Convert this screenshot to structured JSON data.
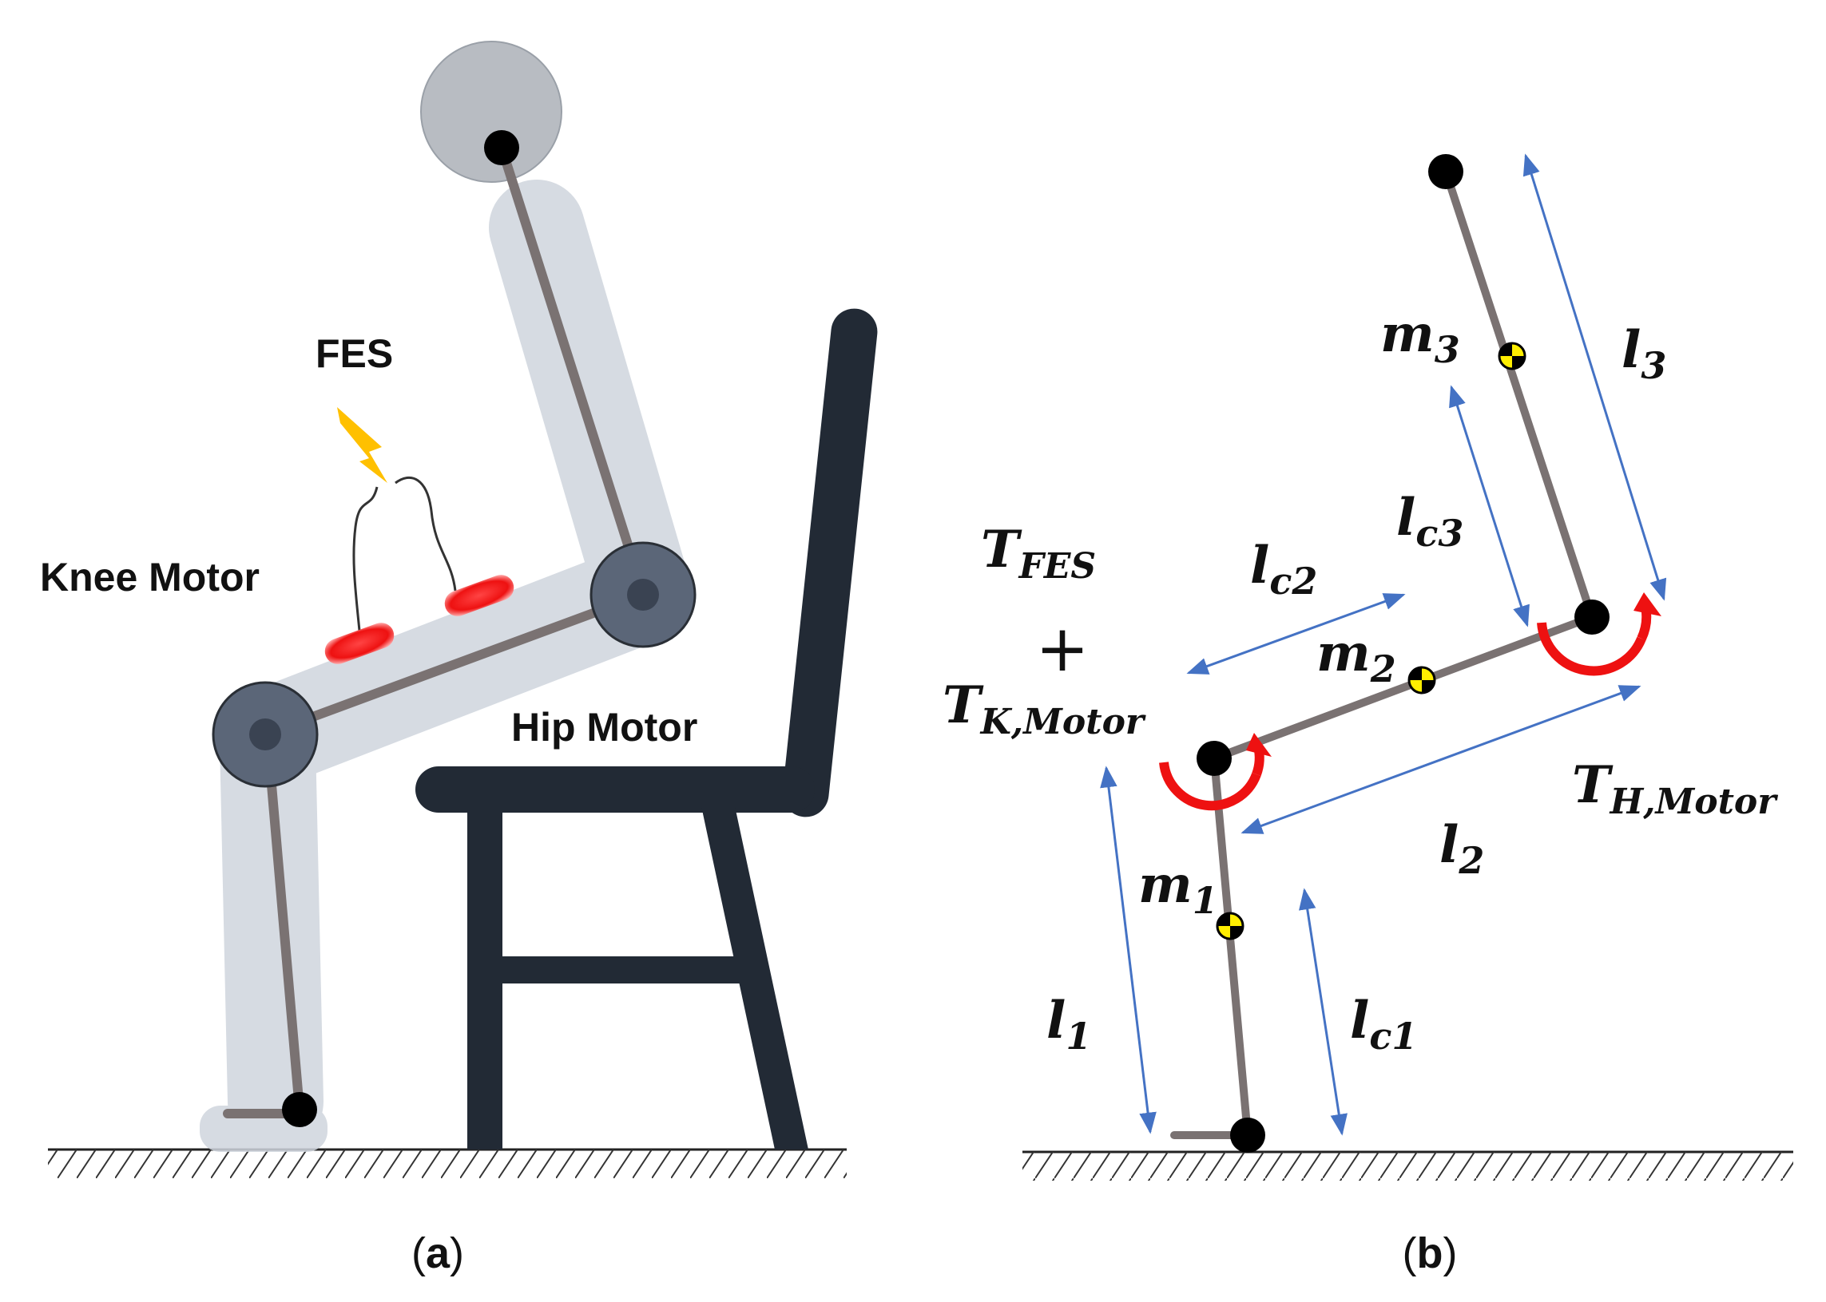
{
  "panel_a": {
    "caption_open": "(",
    "caption_letter": "a",
    "caption_close": ")",
    "fes_label": "FES",
    "knee_motor_label": "Knee Motor",
    "hip_motor_label": "Hip Motor"
  },
  "panel_b": {
    "caption_open": "(",
    "caption_letter": "b",
    "caption_close": ")",
    "m1": {
      "base": "m",
      "sub": "1"
    },
    "m2": {
      "base": "m",
      "sub": "2"
    },
    "m3": {
      "base": "m",
      "sub": "3"
    },
    "l1": {
      "base": "l",
      "sub": "1"
    },
    "l2": {
      "base": "l",
      "sub": "2"
    },
    "l3": {
      "base": "l",
      "sub": "3"
    },
    "lc1": {
      "base": "l",
      "sub": "c1"
    },
    "lc2": {
      "base": "l",
      "sub": "c2"
    },
    "lc3": {
      "base": "l",
      "sub": "c3"
    },
    "t_fes": {
      "base": "T",
      "sub": "FES"
    },
    "plus": "+",
    "t_k_motor": {
      "base": "T",
      "sub": "K,Motor"
    },
    "t_h_motor": {
      "base": "T",
      "sub": "H,Motor"
    }
  },
  "colors": {
    "chair": "#222a35",
    "link": "#7a7272",
    "joint_motor": "#5b6678",
    "body_shade": "#d4d9e0",
    "electrode": "#ee2222",
    "lightning": "#ffc000",
    "arrow": "#4472c4",
    "torque": "#ee1111",
    "com_marker": "#ffee00"
  }
}
